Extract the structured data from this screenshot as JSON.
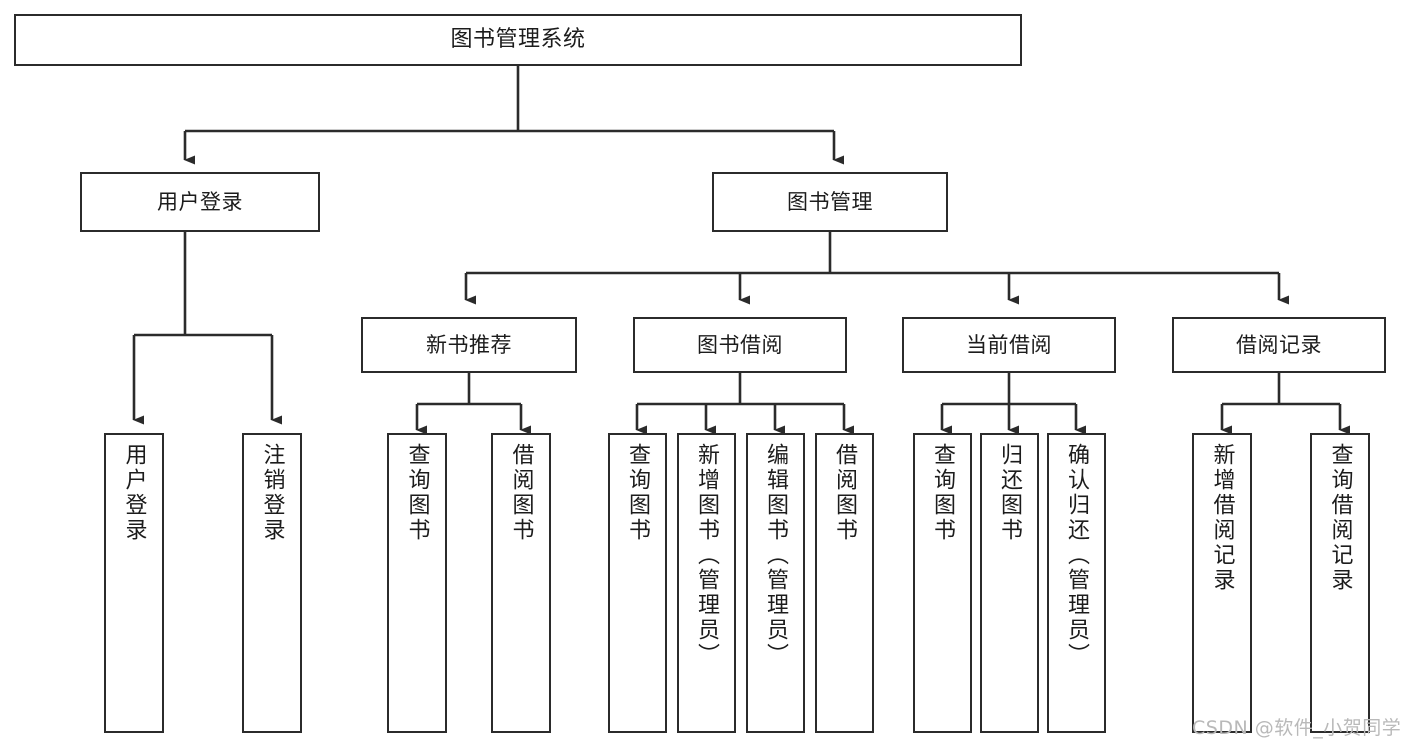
{
  "diagram": {
    "type": "tree",
    "title": "图书管理系统",
    "watermark": "CSDN @软件_小贺同学",
    "colors": {
      "box_border": "#2b2b2b",
      "box_fill": "#ffffff",
      "connector": "#2b2b2b",
      "text": "#1c1c1c",
      "watermark": "#b9b9b9",
      "background": "#ffffff"
    },
    "nodes": {
      "root": {
        "label": "图书管理系统"
      },
      "level2": [
        {
          "id": "user-login",
          "label": "用户登录"
        },
        {
          "id": "book-manage",
          "label": "图书管理"
        }
      ],
      "level3": [
        {
          "id": "new-book-rec",
          "label": "新书推荐"
        },
        {
          "id": "book-borrow",
          "label": "图书借阅"
        },
        {
          "id": "current-borrow",
          "label": "当前借阅"
        },
        {
          "id": "borrow-record",
          "label": "借阅记录"
        }
      ],
      "leaves": {
        "user_login": [
          {
            "id": "leaf-user-login",
            "label": "用户登录"
          },
          {
            "id": "leaf-logout",
            "label": "注销登录"
          }
        ],
        "new_book_rec": [
          {
            "id": "leaf-query-book-1",
            "label": "查询图书"
          },
          {
            "id": "leaf-borrow-book-1",
            "label": "借阅图书"
          }
        ],
        "book_borrow": [
          {
            "id": "leaf-query-book-2",
            "label": "查询图书"
          },
          {
            "id": "leaf-add-book",
            "label": "新增图书（管理员）"
          },
          {
            "id": "leaf-edit-book",
            "label": "编辑图书（管理员）"
          },
          {
            "id": "leaf-borrow-book-2",
            "label": "借阅图书"
          }
        ],
        "current_borrow": [
          {
            "id": "leaf-query-book-3",
            "label": "查询图书"
          },
          {
            "id": "leaf-return-book",
            "label": "归还图书"
          },
          {
            "id": "leaf-confirm-return",
            "label": "确认归还（管理员）"
          }
        ],
        "borrow_record": [
          {
            "id": "leaf-add-record",
            "label": "新增借阅记录"
          },
          {
            "id": "leaf-query-record",
            "label": "查询借阅记录"
          }
        ]
      }
    }
  }
}
